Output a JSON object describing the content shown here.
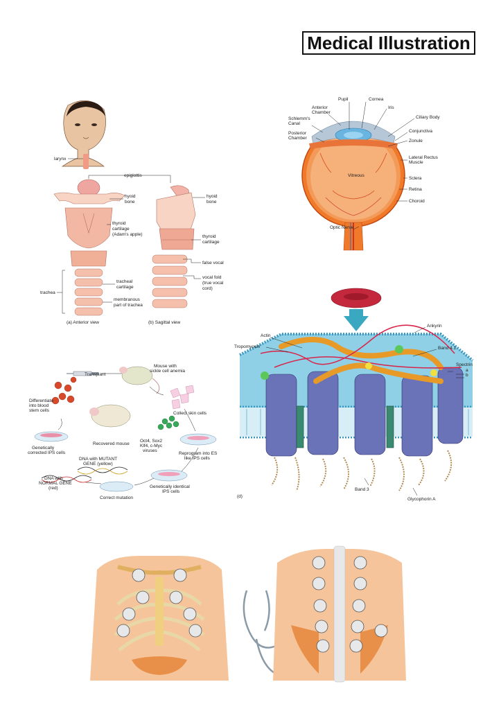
{
  "title": "Medical Illustration",
  "larynx": {
    "labels": {
      "larynx": "larynx",
      "epiglottis": "epiglottis",
      "hyoid_a": "hyoid",
      "bone_a": "bone",
      "hyoid_b": "hyoid",
      "bone_b": "bone",
      "thyroid_a1": "thyroid",
      "thyroid_a2": "cartilage",
      "thyroid_a3": "(Adam's apple)",
      "thyroid_b1": "thyroid",
      "thyroid_b2": "cartilage",
      "false_vocal": "false vocal",
      "vocal1": "vocal fold",
      "vocal2": "(true vocal",
      "vocal3": "cord)",
      "tracheal1": "tracheal",
      "tracheal2": "cartilage",
      "trachea": "trachea",
      "membranous1": "membranous",
      "membranous2": "part of trachea",
      "anterior_view": "(a) Anterior view",
      "sagittal_view": "(b) Sagittal view"
    }
  },
  "eye": {
    "labels": {
      "pupil": "Pupil",
      "cornea": "Cornea",
      "anterior1": "Anterior",
      "anterior2": "Chamber",
      "iris": "Iris",
      "schlemm1": "Schlemm's",
      "schlemm2": "Canal",
      "ciliary": "Ciliary Body",
      "posterior1": "Posterior",
      "posterior2": "Chamber",
      "conjunctiva": "Conjunctiva",
      "zonule": "Zonule",
      "lateral1": "Lateral Rectus",
      "lateral2": "Muscle",
      "vitreous": "Vitreous",
      "sclera": "Sclera",
      "retina": "Retina",
      "choroid": "Choroid",
      "optic": "Optic Nerve"
    }
  },
  "ips": {
    "labels": {
      "transplant": "Transplant",
      "mouse1": "Mouse with",
      "mouse2": "sickle cell anemia",
      "diff1": "Differentiate",
      "diff2": "into blood",
      "diff3": "stem cells",
      "collect": "Collect skin cells",
      "recovered": "Recovered mouse",
      "oct1": "Oct4, Sox2",
      "oct2": "Klf4, c-Myc",
      "oct3": "viruses",
      "gen1": "Genetically",
      "gen2": "corrected IPS cells",
      "reprog1": "Reprogram into ES",
      "reprog2": "like IPS cells",
      "mutant1": "DNA with MUTANT",
      "mutant2": "GENE (yellow)",
      "normal1": "DNA with",
      "normal2": "NORMAL GENE",
      "normal3": "(red)",
      "identical1": "Genetically identical",
      "identical2": "IPS cells",
      "correct": "Correct mutation"
    }
  },
  "membrane": {
    "labels": {
      "actin": "Actin",
      "tropomyosin": "Tropomyosin",
      "ankyrin": "Ankyrin",
      "band41": "Band 4.1",
      "spectrin": "Spectrin",
      "a": "a",
      "b": "b",
      "panel_d": "(d)",
      "band3": "Band 3",
      "glycophorin": "Glycophorin A"
    }
  },
  "colors": {
    "tissue": "#f4bfa8",
    "tissue_dark": "#e8a088",
    "eye_orange": "#f07a2a",
    "lipid_blue": "#5cb8d8",
    "protein_purple": "#6a72b8",
    "spectrin_orange": "#e89a28",
    "actin_red": "#d8244a",
    "rbc_red": "#c4283c"
  }
}
